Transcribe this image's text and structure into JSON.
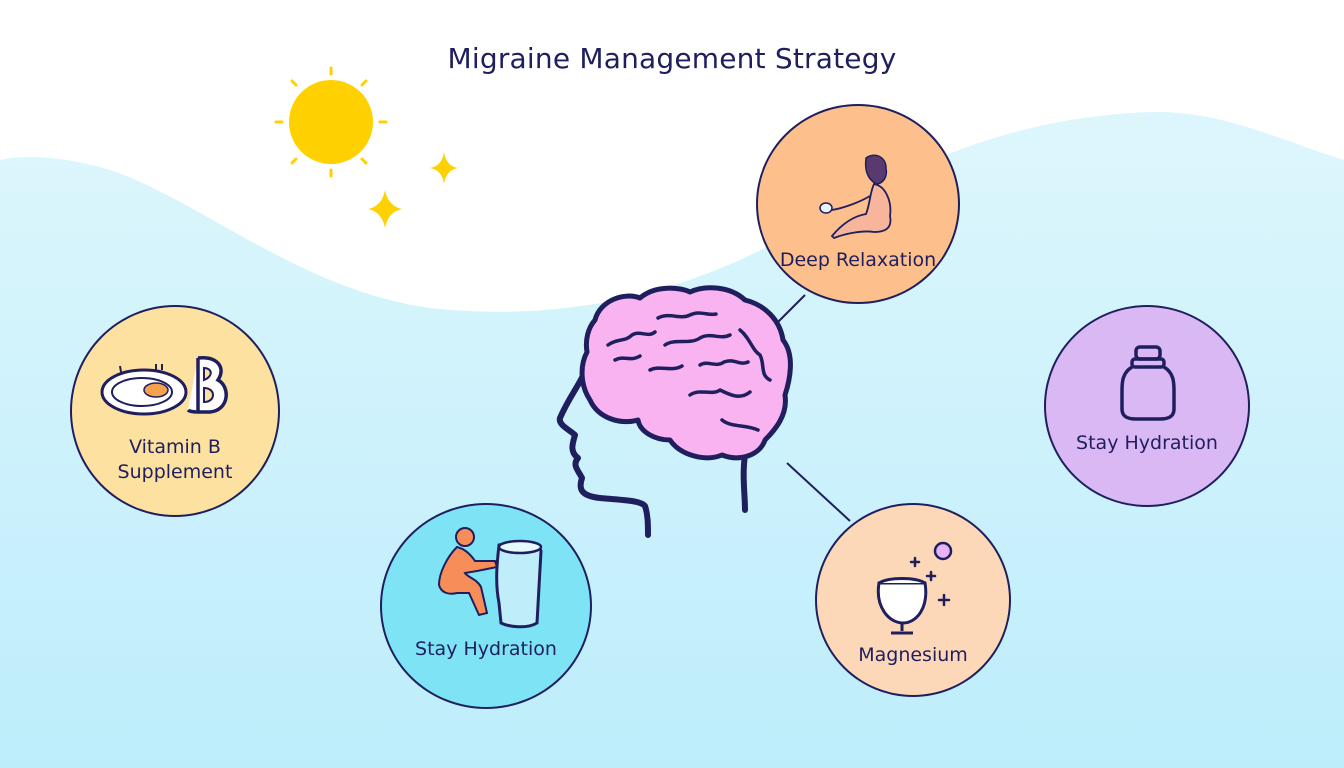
{
  "title": "Migraine Management Strategy",
  "colors": {
    "ink": "#1f1f5e",
    "sky_top": "#ffffff",
    "sky_bottom": "#c3eefa",
    "sun": "#ffd100",
    "brain": "#f9b3f0"
  },
  "center": {
    "label": "",
    "icon": "head-with-brain-icon"
  },
  "nodes": [
    {
      "id": "deep-relaxation",
      "label": "Deep Relaxation",
      "icon": "meditating-person-icon",
      "color": "#fdbf8b"
    },
    {
      "id": "vitamin-b",
      "label_line1": "Vitamin B",
      "label_line2": "Supplement",
      "icon": "plate-letter-b-icon",
      "color": "#fce1a1"
    },
    {
      "id": "stay-hydration-jar",
      "label": "Stay Hydration",
      "icon": "jar-icon",
      "color": "#d9b8f4"
    },
    {
      "id": "stay-hydration-glass",
      "label": "Stay Hydration",
      "icon": "person-with-glass-icon",
      "color": "#7ee3f5"
    },
    {
      "id": "magnesium",
      "label": "Magnesium",
      "icon": "goblet-sparkles-icon",
      "color": "#fdd8b8"
    }
  ],
  "decorations": [
    "sun-icon",
    "sparkle-icon",
    "sparkle-icon"
  ]
}
